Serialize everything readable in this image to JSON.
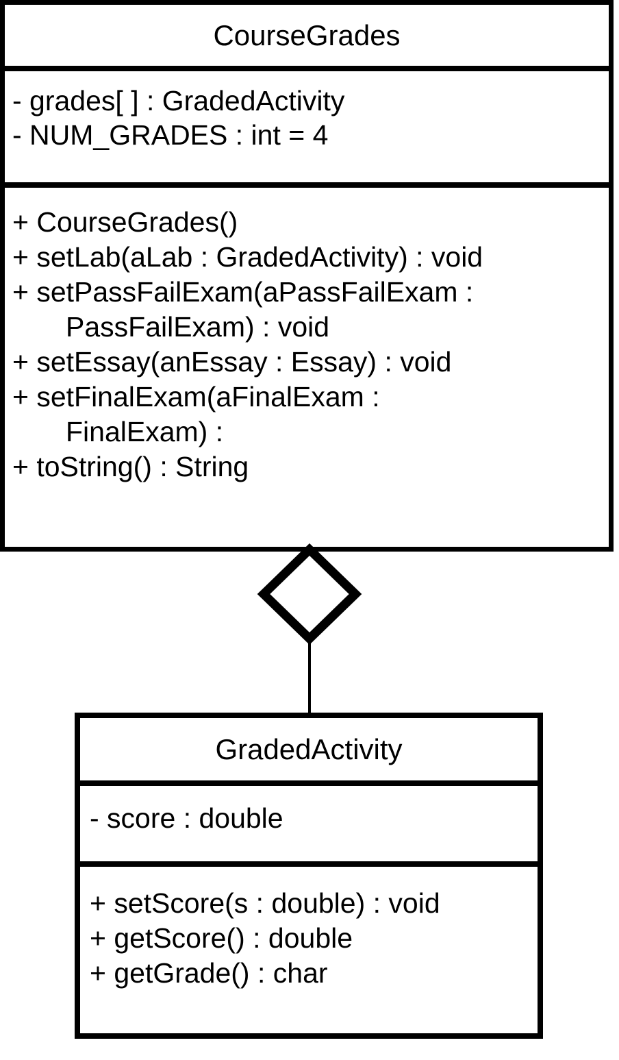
{
  "diagram": {
    "type": "uml-class-diagram",
    "title": "CourseGrades / GradedActivity aggregation",
    "background_color": "#ffffff",
    "line_color": "#000000",
    "fill_color": "#ffffff"
  },
  "classes": [
    {
      "id": "course-grades",
      "name": "CourseGrades",
      "attributes": [
        {
          "text": "- grades[ ] : GradedActivity",
          "wrapped": false
        },
        {
          "text": "- NUM_GRADES : int = 4",
          "wrapped": false
        }
      ],
      "operations": [
        {
          "text": "+ CourseGrades()",
          "wrapped": false
        },
        {
          "text": "+ setLab(aLab : GradedActivity) : void",
          "wrapped": false
        },
        {
          "text": "+ setPassFailExam(aPassFailExam :",
          "wrapped": false
        },
        {
          "text": "PassFailExam) : void",
          "wrapped": true
        },
        {
          "text": "+ setEssay(anEssay : Essay) : void",
          "wrapped": false
        },
        {
          "text": "+ setFinalExam(aFinalExam :",
          "wrapped": false
        },
        {
          "text": "FinalExam) :",
          "wrapped": true
        },
        {
          "text": "+ toString() : String",
          "wrapped": false
        }
      ]
    },
    {
      "id": "graded-activity",
      "name": "GradedActivity",
      "attributes": [
        {
          "text": "- score : double",
          "wrapped": false
        }
      ],
      "operations": [
        {
          "text": "+ setScore(s : double) : void",
          "wrapped": false
        },
        {
          "text": "+ getScore() : double",
          "wrapped": false
        },
        {
          "text": "+ getGrade() : char",
          "wrapped": false
        }
      ]
    }
  ],
  "relationships": [
    {
      "id": "aggregation",
      "kind": "aggregation",
      "source": "CourseGrades",
      "target": "GradedActivity",
      "diamond": "hollow",
      "source_multiplicity": "",
      "target_multiplicity": ""
    }
  ]
}
